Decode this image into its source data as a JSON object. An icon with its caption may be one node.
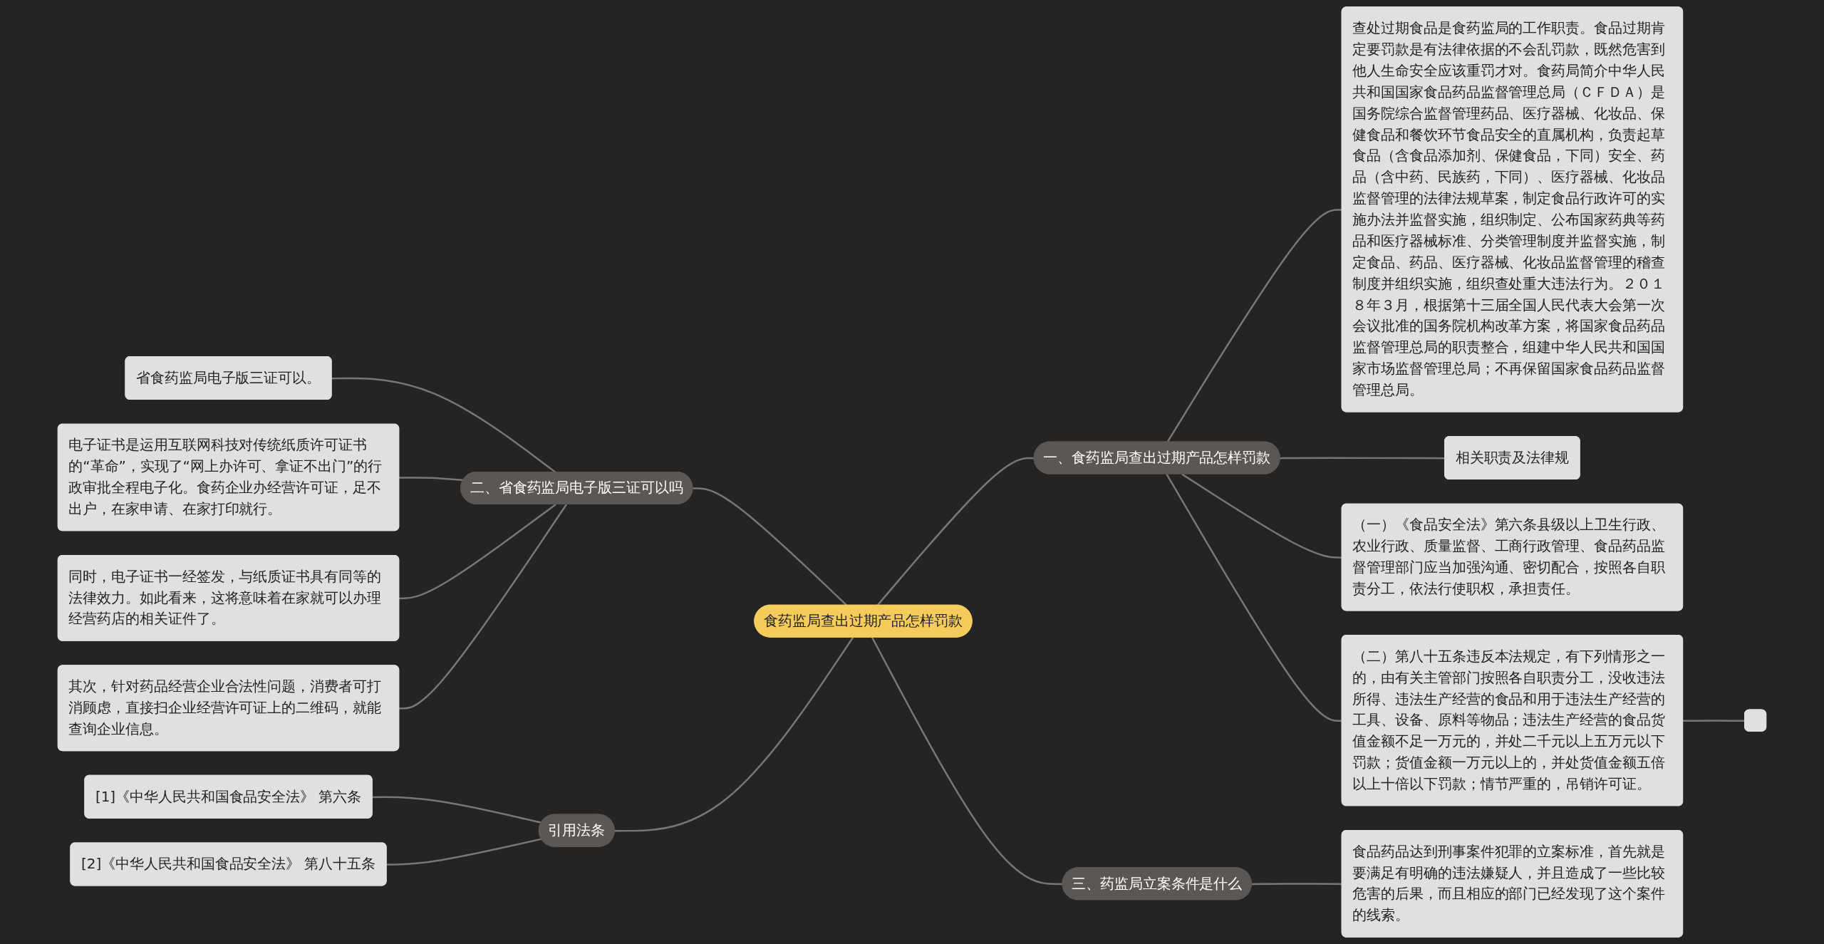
{
  "diagram": {
    "nodes": [
      {
        "text": [
          "食药监局查出过期产品怎样罚款"
        ]
      },
      {
        "text": [
          "一、食药监局查出过期产品怎样罚款"
        ]
      },
      {
        "text": [
          "查处过期食品是食药监局的工作职责。食品过期肯定要罚款是有法律依据的不会乱罚款，既然危害到他人生命安全应该重罚才对。食药局简介中华人民共和国国家食品药品监督管理总局（ＣＦＤＡ）是国务院综合监督管理药品、医疗器械、化妆品、保健食品和餐饮环节食品安全的直属机构，负责起草食品（含食品添加剂、保健食品，下同）安全、药品（含中药、民族药，下同）、医疗器械、化妆品监督管理的法律法规草案，制定食品行政许可的实施办法并监督实施，组织制定、公布国家药典等药品和医疗器械标准、分类管理制度并监督实施，制定食品、药品、医疗器械、化妆品监督管理的稽查制度并组织实施，组织查处重大违法行为。２０１８年３月，根据第十三届全国人民代表大会第一次会议批准的国务院机构改革方案，将国家食品药品监督管理总局的职责整合，组建中华人民共和国国家市场监督管理总局；不再保留国家食品药品监督管理总局。"
        ]
      },
      {
        "text": [
          "相关职责及法律规"
        ]
      },
      {
        "text": [
          "（一）《食品安全法》第六条县级以上卫生行政、农业行政、质量监督、工商行政管理、食品药品监督管理部门应当加强沟通、密切配合，按照各自职责分工，依法行使职权，承担责任。"
        ]
      },
      {
        "text": [
          "（二）第八十五条违反本法规定，有下列情形之一的，由有关主管部门按照各自职责分工，没收违法所得、违法生产经营的食品和用于违法生产经营的工具、设备、原料等物品；违法生产经营的食品货值金额不足一万元的，并处二千元以上五万元以下罚款；货值金额一万元以上的，并处货值金额五倍以上十倍以下罚款；情节严重的，吊销许可证。"
        ]
      },
      {
        "text": [],
        "shape": "box"
      },
      {
        "text": [
          "二、省食药监局电子版三证可以吗"
        ]
      },
      {
        "text": [
          "省食药监局电子版三证可以。"
        ]
      },
      {
        "text": [
          "电子证书是运用互联网科技对传统纸质许可证书的“革命”，实现了“网上办许可、拿证不出门”的行政审批全程电子化。食药企业办经营许可证，足不出户，在家申请、在家打印就行。"
        ]
      },
      {
        "text": [
          "同时，电子证书一经签发，与纸质证书具有同等的法律效力。如此看来，这将意味着在家就可以办理经营药店的相关证件了。"
        ]
      },
      {
        "text": [
          "其次，针对药品经营企业合法性问题，消费者可打消顾虑，直接扫企业经营许可证上的二维码，就能查询企业信息。"
        ]
      },
      {
        "text": [
          "引用法条"
        ]
      },
      {
        "text": [
          "[1]《中华人民共和国食品安全法》 第六条"
        ]
      },
      {
        "text": [
          "[2]《中华人民共和国食品安全法》 第八十五条"
        ]
      },
      {
        "text": [
          "三、药监局立案条件是什么"
        ]
      },
      {
        "text": [
          "食品药品达到刑事案件犯罪的立案标准，首先就是要满足有明确的违法嫌疑人，并且造成了一些比较危害的后果，而且相应的部门已经发现了这个案件的线索。"
        ]
      }
    ],
    "edges": [
      {
        "from": 0,
        "to": 1,
        "arrow": "none"
      },
      {
        "from": 1,
        "to": 2,
        "arrow": "none"
      },
      {
        "from": 1,
        "to": 3,
        "arrow": "none"
      },
      {
        "from": 1,
        "to": 4,
        "arrow": "none"
      },
      {
        "from": 1,
        "to": 5,
        "arrow": "none"
      },
      {
        "from": 5,
        "to": 6,
        "arrow": "none"
      },
      {
        "from": 0,
        "to": 7,
        "arrow": "none"
      },
      {
        "from": 7,
        "to": 8,
        "arrow": "none"
      },
      {
        "from": 7,
        "to": 9,
        "arrow": "none"
      },
      {
        "from": 7,
        "to": 10,
        "arrow": "none"
      },
      {
        "from": 7,
        "to": 11,
        "arrow": "none"
      },
      {
        "from": 0,
        "to": 12,
        "arrow": "none"
      },
      {
        "from": 12,
        "to": 13,
        "arrow": "none"
      },
      {
        "from": 12,
        "to": 14,
        "arrow": "none"
      },
      {
        "from": 0,
        "to": 15,
        "arrow": "none"
      },
      {
        "from": 15,
        "to": 16,
        "arrow": "none"
      }
    ]
  }
}
